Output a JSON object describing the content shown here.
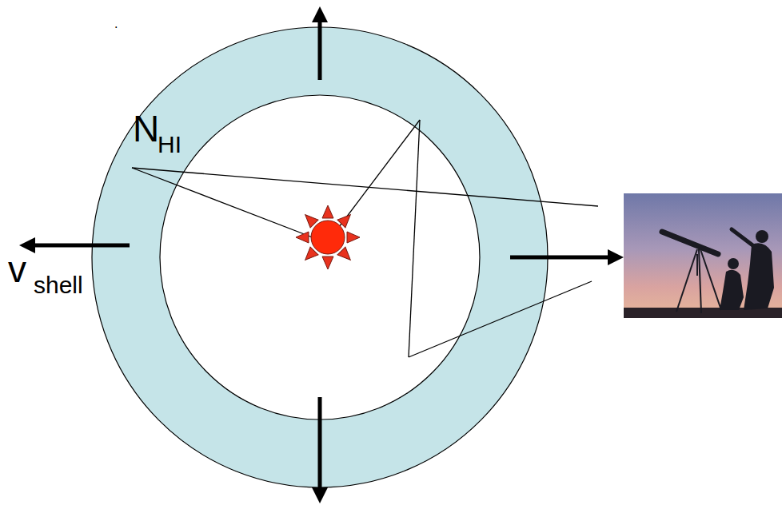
{
  "diagram": {
    "labels": [
      ".",
      "N",
      "HI",
      "v",
      "shell"
    ]
  }
}
